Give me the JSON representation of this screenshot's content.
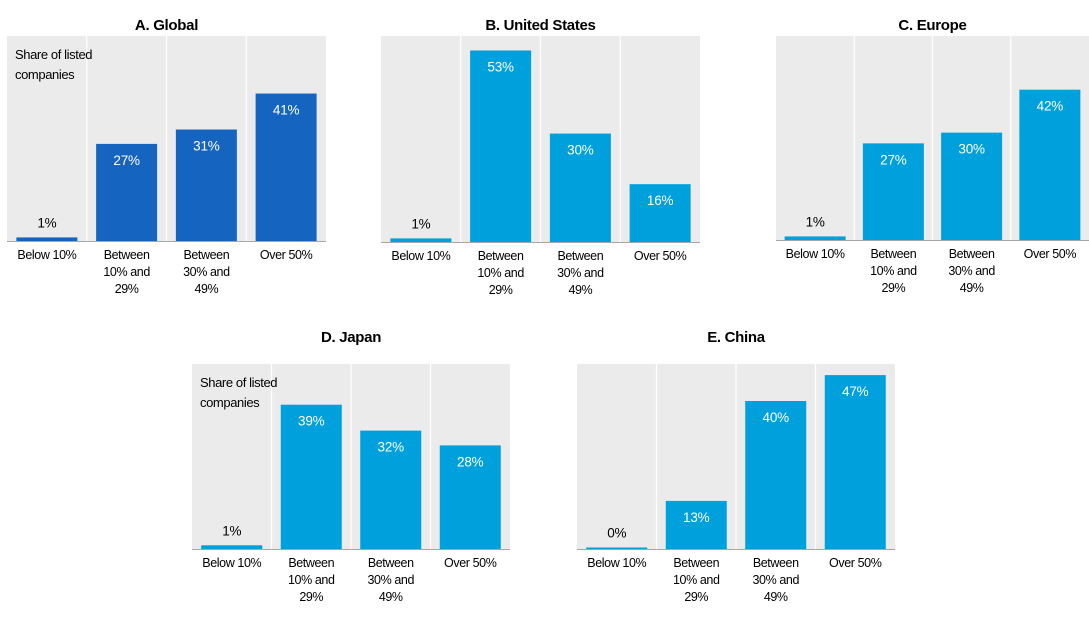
{
  "chart_data": [
    {
      "type": "bar",
      "title": "A. Global",
      "ylabel": "Share of listed companies",
      "categories": [
        "Below 10%",
        "Between 10% and 29%",
        "Between 30% and 49%",
        "Over 50%"
      ],
      "values": [
        1,
        27,
        31,
        41
      ],
      "value_labels": [
        "1%",
        "27%",
        "31%",
        "41%"
      ],
      "ylim": [
        0,
        57
      ],
      "grid": false,
      "bar_color": "#1565C0"
    },
    {
      "type": "bar",
      "title": "B. United States",
      "ylabel": "",
      "categories": [
        "Below 10%",
        "Between 10% and 29%",
        "Between 30% and 49%",
        "Over 50%"
      ],
      "values": [
        1,
        53,
        30,
        16
      ],
      "value_labels": [
        "1%",
        "53%",
        "30%",
        "16%"
      ],
      "ylim": [
        0,
        57
      ],
      "grid": false,
      "bar_color": "#00A0DC"
    },
    {
      "type": "bar",
      "title": "C. Europe",
      "ylabel": "",
      "categories": [
        "Below 10%",
        "Between 10% and 29%",
        "Between 30% and 49%",
        "Over 50%"
      ],
      "values": [
        1,
        27,
        30,
        42
      ],
      "value_labels": [
        "1%",
        "27%",
        "30%",
        "42%"
      ],
      "ylim": [
        0,
        57
      ],
      "grid": false,
      "bar_color": "#00A0DC"
    },
    {
      "type": "bar",
      "title": "D. Japan",
      "ylabel": "Share of listed companies",
      "categories": [
        "Below 10%",
        "Between 10% and 29%",
        "Between 30% and 49%",
        "Over 50%"
      ],
      "values": [
        1,
        39,
        32,
        28
      ],
      "value_labels": [
        "1%",
        "39%",
        "32%",
        "28%"
      ],
      "ylim": [
        0,
        50
      ],
      "grid": false,
      "bar_color": "#00A0DC"
    },
    {
      "type": "bar",
      "title": "E. China",
      "ylabel": "",
      "categories": [
        "Below 10%",
        "Between 10% and 29%",
        "Between 30% and 49%",
        "Over 50%"
      ],
      "values": [
        0,
        13,
        40,
        47
      ],
      "value_labels": [
        "0%",
        "13%",
        "40%",
        "47%"
      ],
      "ylim": [
        0,
        50
      ],
      "grid": false,
      "bar_color": "#00A0DC"
    }
  ],
  "colors": {
    "panel_background": "#EBEBEB",
    "divider": "#FFFFFF",
    "axis": "#A6A6A6",
    "label_inside": "#FFFFFF",
    "label_outside": "#000000"
  }
}
